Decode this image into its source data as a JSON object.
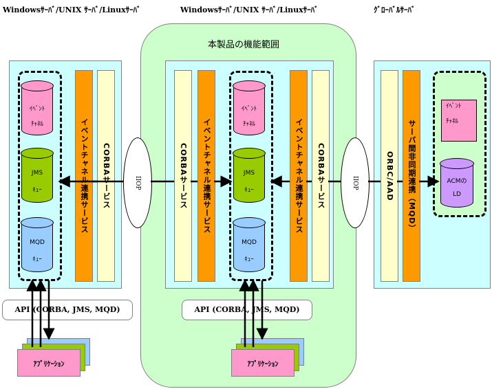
{
  "headers": {
    "left": "Windowsｻｰﾊﾞ/UNIX ｻｰﾊﾞ/Linuxｻｰﾊﾞ",
    "center": "Windowsｻｰﾊﾞ/UNIX ｻｰﾊﾞ/Linuxｻｰﾊﾞ",
    "right": "ｸﾞﾛｰﾊﾞﾙｻｰﾊﾞ"
  },
  "product": {
    "title": "本製品の機能範囲"
  },
  "labels": {
    "event_link_service": "イベントチャネル連携サービス",
    "corba_service": "CORBAサービス",
    "iiop": "IIOP",
    "orbc_aad": "ORBC/AAD",
    "async_link": "サーバ間非同期連携（MQD）"
  },
  "queues": {
    "event_channel": [
      "ｲﾍﾞﾝﾄ",
      "ﾁｬﾈﾙ"
    ],
    "jms": [
      "JMS",
      "ｷｭｰ"
    ],
    "mqd": [
      "MQD",
      "ｷｭｰ"
    ]
  },
  "global": {
    "event_channel": [
      "ｲﾍﾞﾝﾄ",
      "ﾁｬﾈﾙ"
    ],
    "acm_ld": [
      "ACMの",
      "LD"
    ]
  },
  "api_label": "API (CORBA, JMS, MQD)",
  "app_label": "ｱﾌﾟﾘｹｰｼｮﾝ",
  "colors": {
    "product_region": "#ccffcc",
    "server_box": "#ccffff",
    "corba_bar": "#ffffcc",
    "event_bar": "#ff9900",
    "event_queue": "#ff99cc",
    "jms_queue": "#99cc00",
    "mqd_queue": "#99ccff",
    "acm_ld": "#cc99ff",
    "app_front": "#ff99cc",
    "app_middle": "#99cc00",
    "app_back": "#99ccff"
  }
}
